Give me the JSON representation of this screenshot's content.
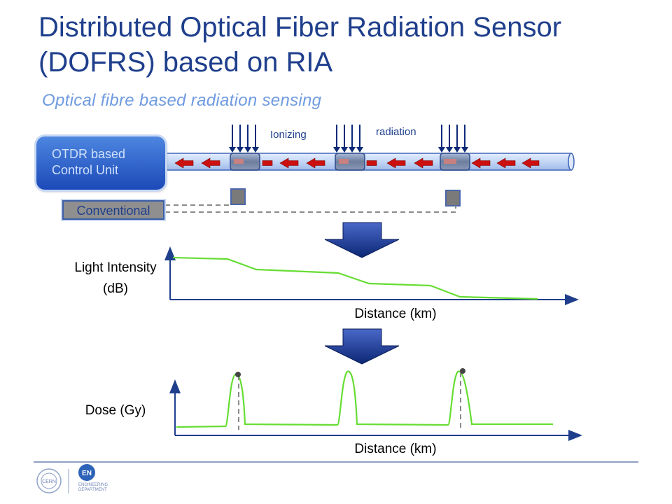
{
  "slide": {
    "title": "Distributed Optical Fiber Radiation Sensor (DOFRS) based on RIA",
    "subtitle": "Optical fibre based radiation sensing"
  },
  "fiber_diagram": {
    "control_unit_line1": "OTDR based",
    "control_unit_line2": "Control Unit",
    "conventional_label": "Conventional",
    "ionizing_label": "Ionizing",
    "radiation_label": "radiation"
  },
  "intensity_plot": {
    "ylabel_line1": "Light Intensity",
    "ylabel_line2": "(dB)",
    "xlabel": "Distance (km)"
  },
  "dose_plot": {
    "ylabel": "Dose (Gy)",
    "xlabel": "Distance (km)"
  },
  "colors": {
    "title": "#1f3f8c",
    "subtitle": "#6f9be0",
    "fiber": "#c6d8f7",
    "arrow_red": "#cc1010",
    "curve_green": "#66dd33",
    "process_arrow": "#0d2a78"
  },
  "footer": {
    "logo1_icon": "cern-logo",
    "logo2_icon": "en-engineering-department-logo",
    "logo2_text": "ENGINEERING DEPARTMENT"
  }
}
